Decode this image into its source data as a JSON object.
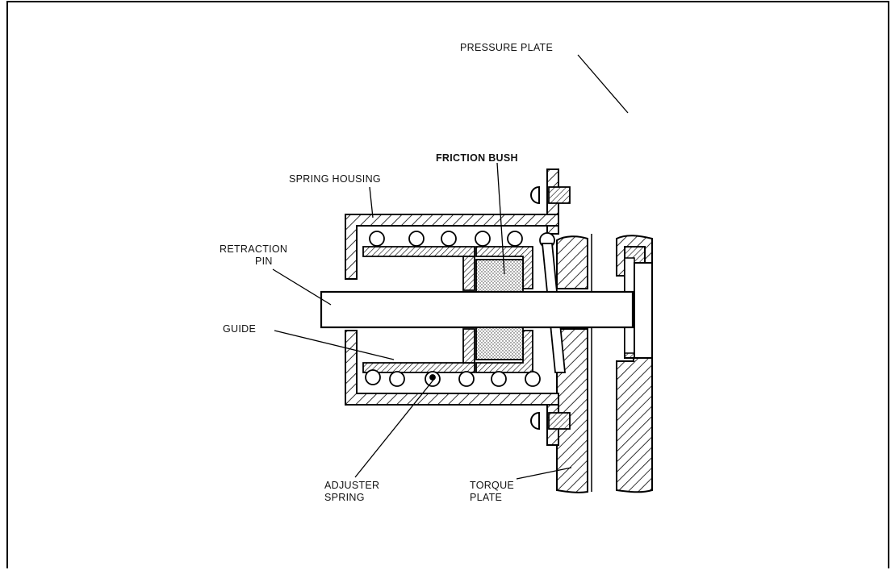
{
  "diagram": {
    "labels": {
      "pressure_plate": "PRESSURE PLATE",
      "friction_bush": "FRICTION BUSH",
      "spring_housing": "SPRING HOUSING",
      "retraction_pin_line1": "RETRACTION",
      "retraction_pin_line2": "PIN",
      "guide": "GUIDE",
      "adjuster_spring_line1": "ADJUSTER",
      "adjuster_spring_line2": "SPRING",
      "torque_plate_line1": "TORQUE",
      "torque_plate_line2": "PLATE"
    }
  }
}
